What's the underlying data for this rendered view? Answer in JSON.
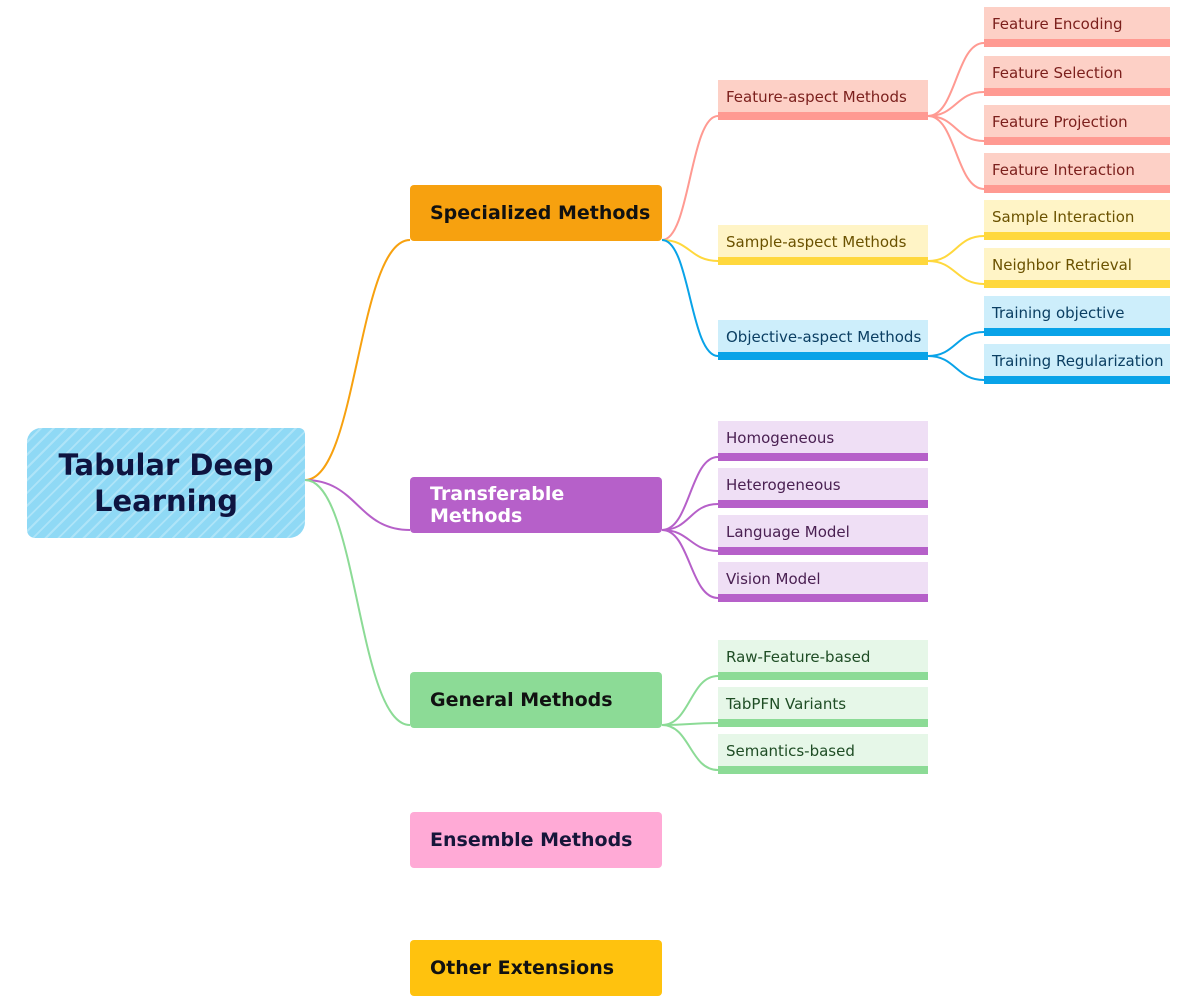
{
  "root": {
    "label": "Tabular Deep Learning"
  },
  "colors": {
    "orange": "#f7a10f",
    "purple": "#b660c9",
    "green": "#8cdb96",
    "pink": "#ffaad6",
    "gold": "#ffc20e",
    "salmon": "#ff9a92",
    "yellow": "#ffd83d",
    "blue": "#09a3e8"
  },
  "categories": [
    {
      "label": "Specialized Methods",
      "color": "#f7a10f",
      "children": [
        {
          "label": "Feature-aspect Methods",
          "color": "#ff9a92",
          "fill": "#fdd0c6",
          "text": "#7b1f1c",
          "children": [
            "Feature Encoding",
            "Feature Selection",
            "Feature Projection",
            "Feature Interaction"
          ]
        },
        {
          "label": "Sample-aspect Methods",
          "color": "#ffd83d",
          "fill": "#fff4c6",
          "text": "#6b5200",
          "children": [
            "Sample Interaction",
            "Neighbor Retrieval"
          ]
        },
        {
          "label": "Objective-aspect Methods",
          "color": "#09a3e8",
          "fill": "#cdeefb",
          "text": "#0b3f63",
          "children": [
            "Training objective",
            "Training Regularization"
          ]
        }
      ]
    },
    {
      "label": "Transferable Methods",
      "color": "#b660c9",
      "children": [
        {
          "label": "Homogeneous",
          "color": "#b660c9",
          "fill": "#efdff5",
          "text": "#4a2052"
        },
        {
          "label": "Heterogeneous",
          "color": "#b660c9",
          "fill": "#efdff5",
          "text": "#4a2052"
        },
        {
          "label": "Language Model",
          "color": "#b660c9",
          "fill": "#efdff5",
          "text": "#4a2052"
        },
        {
          "label": "Vision Model",
          "color": "#b660c9",
          "fill": "#efdff5",
          "text": "#4a2052"
        }
      ]
    },
    {
      "label": "General Methods",
      "color": "#8cdb96",
      "children": [
        {
          "label": "Raw-Feature-based",
          "color": "#8cdb96",
          "fill": "#e6f7e8",
          "text": "#1f4d25"
        },
        {
          "label": "TabPFN Variants",
          "color": "#8cdb96",
          "fill": "#e6f7e8",
          "text": "#1f4d25"
        },
        {
          "label": "Semantics-based",
          "color": "#8cdb96",
          "fill": "#e6f7e8",
          "text": "#1f4d25"
        }
      ]
    },
    {
      "label": "Ensemble Methods",
      "color": "#ffaad6",
      "children": []
    },
    {
      "label": "Other Extensions",
      "color": "#ffc20e",
      "children": []
    }
  ]
}
